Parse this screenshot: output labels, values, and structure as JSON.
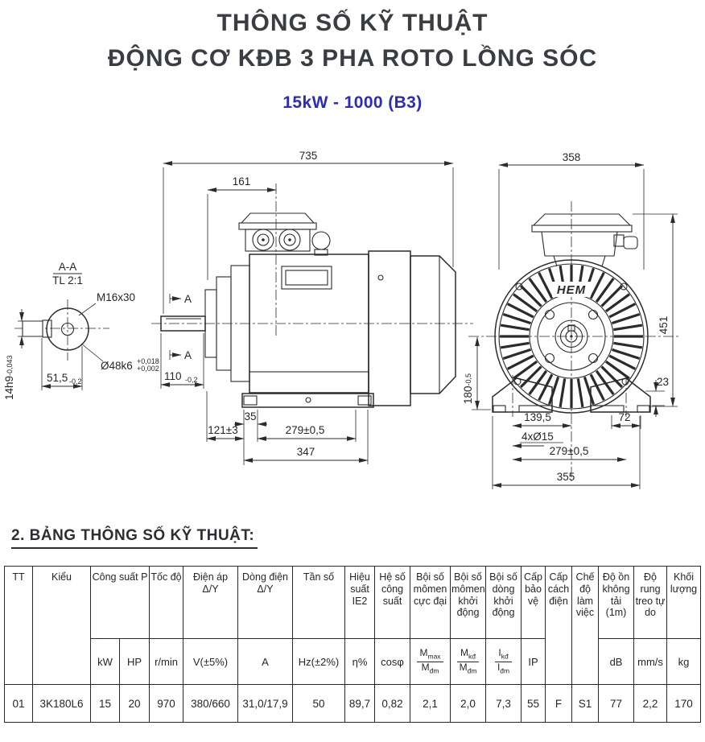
{
  "page": {
    "title_line1": "THÔNG SỐ KỸ THUẬT",
    "title_line2": "ĐỘNG CƠ KĐB 3 PHA ROTO LỒNG SÓC",
    "subtitle": "15kW - 1000 (B3)"
  },
  "colors": {
    "subtitle_blue": "#2b2bc0",
    "ink": "#2b2b2b"
  },
  "drawing": {
    "detail": {
      "section_label": "A-A",
      "scale_label": "TL 2:1",
      "thread_label": "M16x30",
      "shaft_dia": "Ø48k6",
      "shaft_dia_tol_upper": "+0,018",
      "shaft_dia_tol_lower": "+0,002",
      "key_width": "51,5",
      "key_width_tol": "-0,2",
      "key_height": "14h9",
      "key_height_tol": "-0,043"
    },
    "side_view": {
      "overall_length": "735",
      "terminal_box_offset": "161",
      "section_marker": "A",
      "shaft_length": "110",
      "shaft_length_tol": "-0,2",
      "foot_pad_width": "35",
      "shaft_end_to_foot": "121±3",
      "foot_hole_spacing": "279±0,5",
      "base_length": "347"
    },
    "front_view": {
      "overall_width": "358",
      "overall_height": "451",
      "logo": "HEM",
      "shaft_center_height": "180",
      "shaft_center_height_tol": "-0,5",
      "foot_pad_height": "23",
      "hole_to_center": "139,5",
      "mounting_holes": "4xØ15",
      "foot_hole_spacing": "279±0,5",
      "overall_base_width": "355",
      "foot_width": "72"
    }
  },
  "table": {
    "section_title": "2. BẢNG THÔNG SỐ KỸ THUẬT:",
    "header": {
      "tt": "TT",
      "kieu": "Kiểu",
      "cong_suat": "Công suất P",
      "kw": "kW",
      "hp": "HP",
      "toc_do": "Tốc độ",
      "rpm": "r/min",
      "dien_ap": "Điện áp Δ/Y",
      "volt": "V(±5%)",
      "dong_dien": "Dòng điện Δ/Y",
      "amp": "A",
      "tan_so": "Tần số",
      "hz": "Hz(±2%)",
      "hieu_suat": "Hiệu suất IE2",
      "eta": "η%",
      "he_so_cong_suat": "Hệ số công suất",
      "cos_phi": "cosφ",
      "boi_so_momen_cuc_dai": "Bội số mômen cực đại",
      "mmax_num": "M",
      "mmax_num_sub": "max",
      "mmax_den": "M",
      "mmax_den_sub": "đm",
      "boi_so_momen_khoi_dong": "Bội số mômen khởi động",
      "mkd_num": "M",
      "mkd_num_sub": "kđ",
      "mkd_den": "M",
      "mkd_den_sub": "đm",
      "boi_so_dong_khoi_dong": "Bội số dòng khởi động",
      "ikd_num": "I",
      "ikd_num_sub": "kđ",
      "ikd_den": "I",
      "ikd_den_sub": "đm",
      "cap_bao_ve": "Cấp bảo vệ",
      "ip": "IP",
      "cap_cach_dien": "Cấp cách điện",
      "che_do_lam_viec": "Chế độ làm việc",
      "do_on_khong_tai": "Độ ồn không tải (1m)",
      "db": "dB",
      "do_rung": "Độ rung treo tự do",
      "mm_s": "mm/s",
      "khoi_luong": "Khối lượng",
      "kg": "kg"
    },
    "row": {
      "tt": "01",
      "kieu": "3K180L6",
      "kw": "15",
      "hp": "20",
      "rpm": "970",
      "volt": "380/660",
      "amp": "31,0/17,9",
      "hz": "50",
      "eta": "89,7",
      "cos_phi": "0,82",
      "momen_max": "2,1",
      "momen_kd": "2,0",
      "dong_kd": "7,3",
      "ip": "55",
      "cach_dien": "F",
      "che_do": "S1",
      "db": "77",
      "rung": "2,2",
      "kg": "170"
    }
  }
}
